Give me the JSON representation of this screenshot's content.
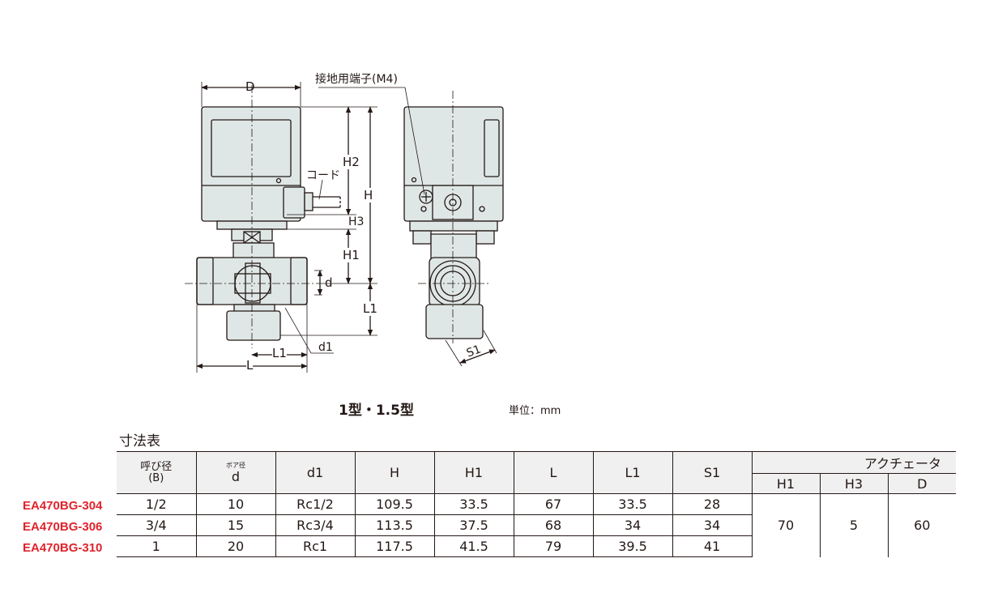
{
  "figure": {
    "labels": {
      "ground_terminal": "接地用端子(M4)",
      "cord": "コード",
      "D": "D",
      "H": "H",
      "H2": "H2",
      "H3": "H3",
      "H1": "H1",
      "d": "d",
      "L1_side": "L1",
      "L1_bottom": "L1",
      "d1": "d1",
      "L": "L",
      "S1": "S1"
    },
    "caption": "1型・1.5型",
    "unit": "単位：mm"
  },
  "table": {
    "title": "寸法表",
    "header": {
      "nominal": "呼び径",
      "nominal_sub": "(B)",
      "bore_note": "ボア径",
      "bore": "d",
      "d1": "d1",
      "H": "H",
      "H1": "H1",
      "L": "L",
      "L1": "L1",
      "S1": "S1",
      "actuator": "アクチェータ",
      "act_H1": "H1",
      "act_H3": "H3",
      "act_D": "D"
    },
    "rows": [
      {
        "model": "EA470BG-304",
        "nominal": "1/2",
        "d": "10",
        "d1": "Rc1/2",
        "H": "109.5",
        "H1": "33.5",
        "L": "67",
        "L1": "33.5",
        "S1": "28"
      },
      {
        "model": "EA470BG-306",
        "nominal": "3/4",
        "d": "15",
        "d1": "Rc3/4",
        "H": "113.5",
        "H1": "37.5",
        "L": "68",
        "L1": "34",
        "S1": "34"
      },
      {
        "model": "EA470BG-310",
        "nominal": "1",
        "d": "20",
        "d1": "Rc1",
        "H": "117.5",
        "H1": "41.5",
        "L": "79",
        "L1": "39.5",
        "S1": "41"
      }
    ],
    "actuator_values": {
      "H1": "70",
      "H3": "5",
      "D": "60"
    },
    "model_color": "#e0232c"
  }
}
